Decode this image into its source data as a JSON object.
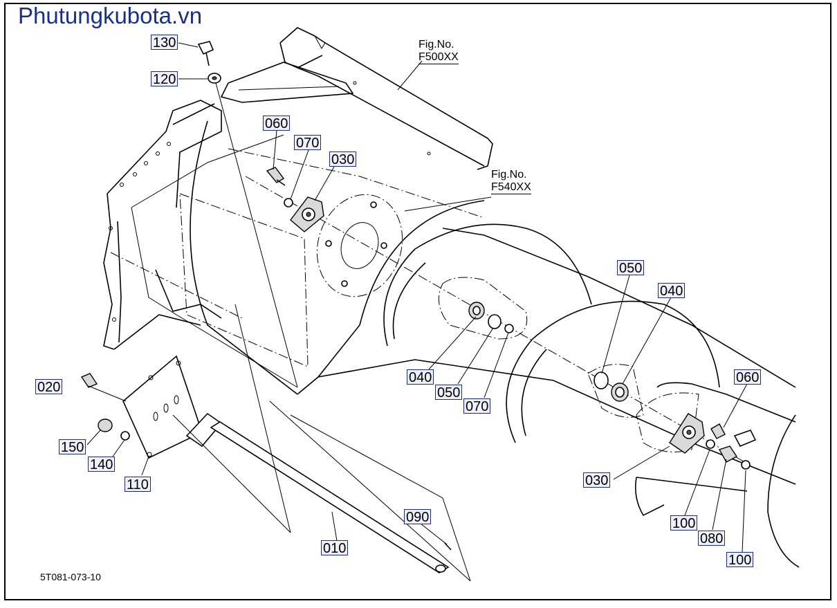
{
  "watermark": "Phutungkubota.vn",
  "drawing_code": "5T081-073-10",
  "fig_refs": [
    {
      "label": "Fig.No.",
      "code": "F500XX"
    },
    {
      "label": "Fig.No.",
      "code": "F540XX"
    }
  ],
  "callouts": [
    "130",
    "120",
    "060",
    "070",
    "030",
    "050",
    "040",
    "040",
    "050",
    "070",
    "060",
    "020",
    "150",
    "140",
    "110",
    "030",
    "100",
    "080",
    "100",
    "090",
    "010"
  ]
}
